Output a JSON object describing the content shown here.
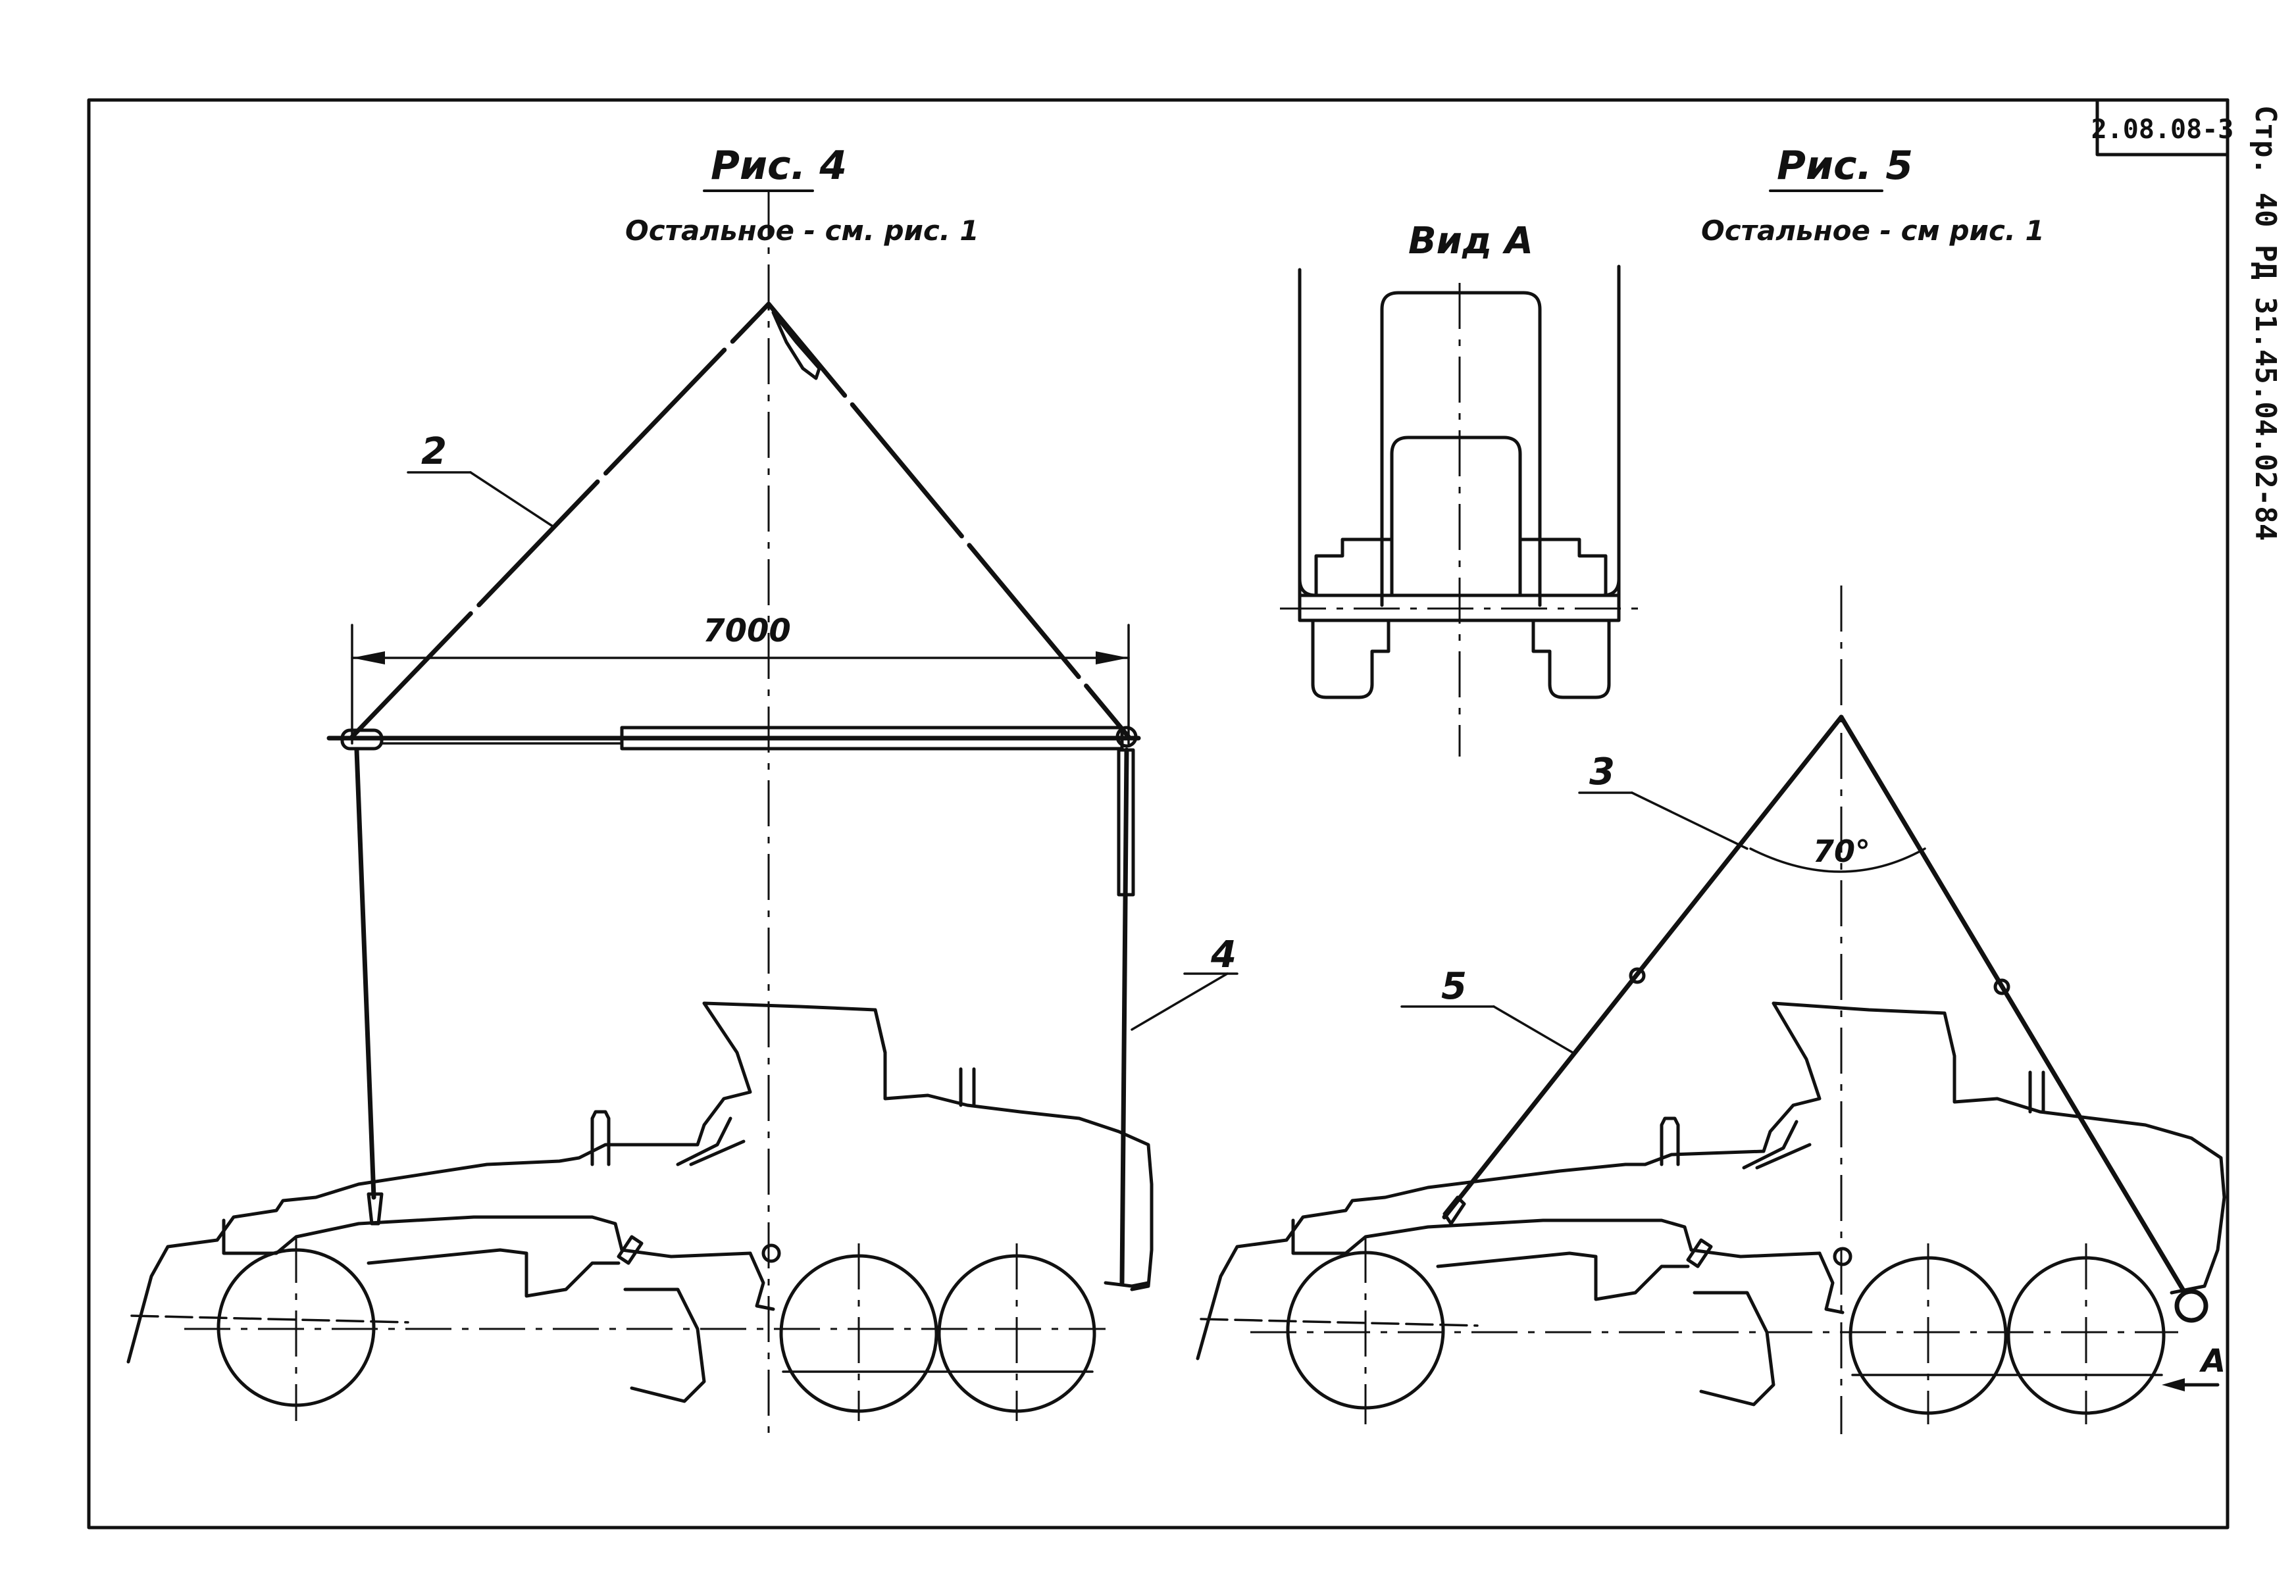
{
  "header": {
    "sheet_code": "2.08.08-3",
    "page_ref": "Стр. 40 РД 31.45.04.02-84"
  },
  "figure4": {
    "title": "Рис. 4",
    "note": "Остальное - см. рис. 1",
    "dimension": "7000",
    "callouts": [
      "2",
      "4"
    ]
  },
  "figure5": {
    "title": "Рис. 5",
    "note": "Остальное - см рис. 1",
    "view_label": "Вид А",
    "angle": "70°",
    "view_arrow": "А",
    "callouts": [
      "3",
      "5"
    ]
  }
}
